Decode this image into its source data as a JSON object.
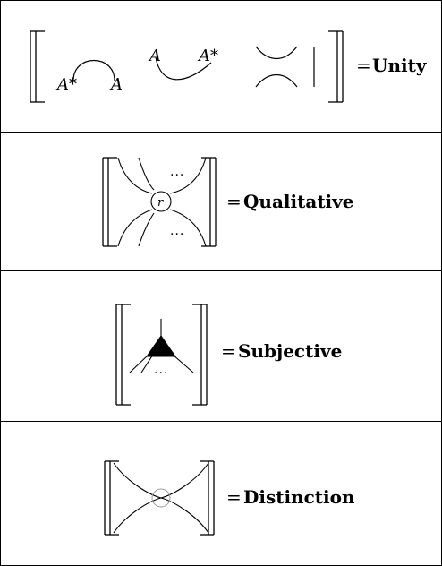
{
  "rows": [
    {
      "equals": "=",
      "name": "Unity",
      "labels": {
        "a_star_1": "A*",
        "a_1": "A",
        "a_2": "A",
        "a_star_2": "A*"
      }
    },
    {
      "equals": "=",
      "name": "Qualitative",
      "node_label": "r",
      "dots_top": "...",
      "dots_bottom": "..."
    },
    {
      "equals": "=",
      "name": "Subjective",
      "dots": "..."
    },
    {
      "equals": "=",
      "name": "Distinction"
    }
  ]
}
